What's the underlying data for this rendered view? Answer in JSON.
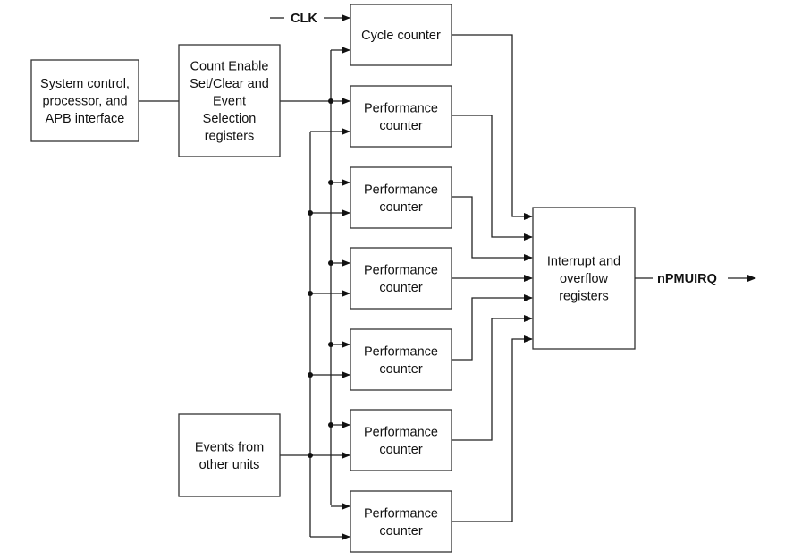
{
  "blocks": {
    "system": {
      "lines": [
        "System control,",
        "processor, and",
        "APB interface"
      ]
    },
    "count_enable": {
      "lines": [
        "Count Enable",
        "Set/Clear and",
        "Event",
        "Selection",
        "registers"
      ]
    },
    "events": {
      "lines": [
        "Events from",
        "other units"
      ]
    },
    "cycle_counter": {
      "lines": [
        "Cycle counter"
      ]
    },
    "performance_counters": [
      {
        "lines": [
          "Performance",
          "counter"
        ]
      },
      {
        "lines": [
          "Performance",
          "counter"
        ]
      },
      {
        "lines": [
          "Performance",
          "counter"
        ]
      },
      {
        "lines": [
          "Performance",
          "counter"
        ]
      },
      {
        "lines": [
          "Performance",
          "counter"
        ]
      },
      {
        "lines": [
          "Performance",
          "counter"
        ]
      }
    ],
    "interrupt": {
      "lines": [
        "Interrupt and",
        "overflow",
        "registers"
      ]
    }
  },
  "signals": {
    "clk": "CLK",
    "irq": "nPMUIRQ"
  }
}
